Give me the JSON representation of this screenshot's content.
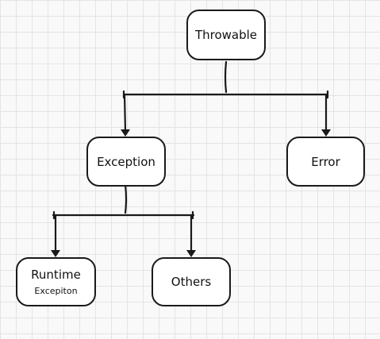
{
  "diagram": {
    "nodes": {
      "throwable": {
        "label": "Throwable"
      },
      "exception": {
        "label": "Exception"
      },
      "error": {
        "label": "Error"
      },
      "runtime": {
        "label": "Runtime",
        "sublabel": "Excepiton"
      },
      "others": {
        "label": "Others"
      }
    },
    "edges": [
      {
        "from": "throwable",
        "to": "exception"
      },
      {
        "from": "throwable",
        "to": "error"
      },
      {
        "from": "exception",
        "to": "runtime"
      },
      {
        "from": "exception",
        "to": "others"
      }
    ],
    "colors": {
      "stroke": "#1a1a1a",
      "node_fill": "#ffffff",
      "background": "#f9f9f9",
      "grid": "#e4e4e4"
    }
  }
}
